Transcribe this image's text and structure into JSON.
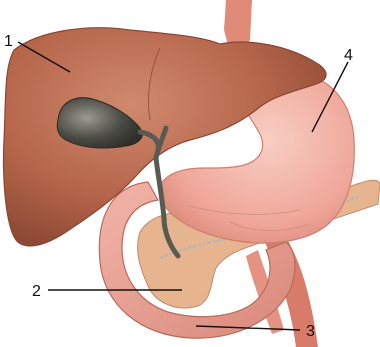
{
  "labels": [
    {
      "number": "1",
      "structure": "liver"
    },
    {
      "number": "2",
      "structure": "pancreas"
    },
    {
      "number": "3",
      "structure": "duodenum"
    },
    {
      "number": "4",
      "structure": "stomach"
    }
  ],
  "colors": {
    "liver": "#b5654a",
    "liver_highlight": "#c97a5c",
    "gallbladder": "#4a4a44",
    "stomach": "#f0a89a",
    "stomach_light": "#f7c4b8",
    "duodenum": "#e79a8c",
    "pancreas": "#e6b48e",
    "vessel": "#dc7f6c",
    "bile_duct": "#5a5a52",
    "leader_line": "#111111"
  }
}
